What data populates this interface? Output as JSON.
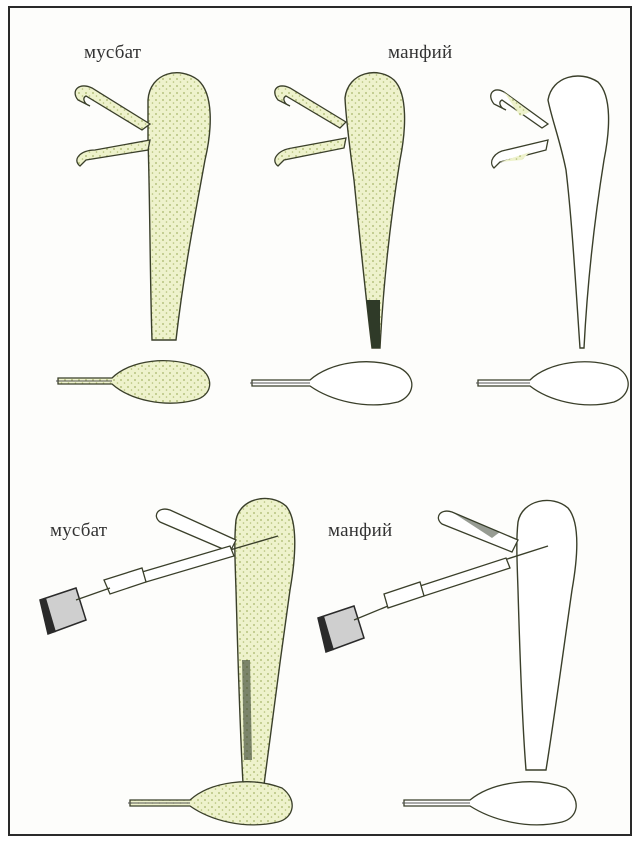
{
  "labels": {
    "top_positive": "мусбат",
    "top_negative": "манфий",
    "bottom_positive": "мусбат",
    "bottom_negative": "манфий"
  },
  "colors": {
    "fill": "#eef2cc",
    "dots": "#a7b46a",
    "outline": "#3a3f2a",
    "dark": "#2f3a28",
    "frame": "#2a2a2a"
  }
}
